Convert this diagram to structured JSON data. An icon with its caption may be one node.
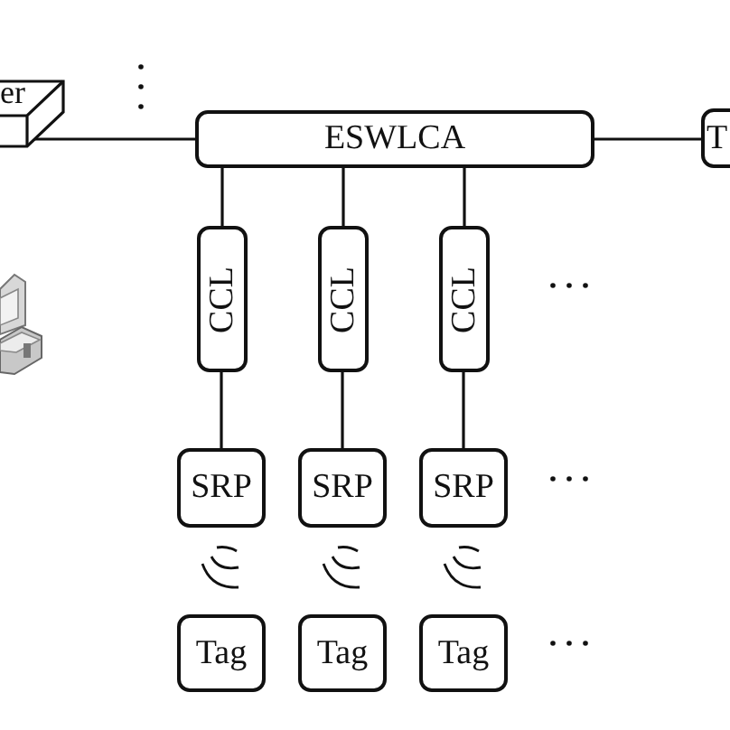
{
  "diagram": {
    "nodes": [
      {
        "text": [
          "er"
        ]
      },
      {
        "text": [
          "ESWLCA"
        ]
      },
      {
        "text": [
          "T"
        ]
      },
      {
        "text": [
          "CCL"
        ]
      },
      {
        "text": [
          "CCL"
        ]
      },
      {
        "text": [
          "CCL"
        ]
      },
      {
        "text": [
          "SRP"
        ]
      },
      {
        "text": [
          "SRP"
        ]
      },
      {
        "text": [
          "SRP"
        ]
      },
      {
        "text": [
          "Tag"
        ]
      },
      {
        "text": [
          "Tag"
        ]
      },
      {
        "text": [
          "Tag"
        ]
      }
    ],
    "edges": [
      {
        "from": 0,
        "to": 1,
        "arrow": "none"
      },
      {
        "from": 1,
        "to": 2,
        "arrow": "none"
      },
      {
        "from": 1,
        "to": 3,
        "arrow": "none"
      },
      {
        "from": 1,
        "to": 4,
        "arrow": "none"
      },
      {
        "from": 1,
        "to": 5,
        "arrow": "none"
      },
      {
        "from": 3,
        "to": 6,
        "arrow": "none"
      },
      {
        "from": 4,
        "to": 7,
        "arrow": "none"
      },
      {
        "from": 5,
        "to": 8,
        "arrow": "none"
      }
    ]
  }
}
